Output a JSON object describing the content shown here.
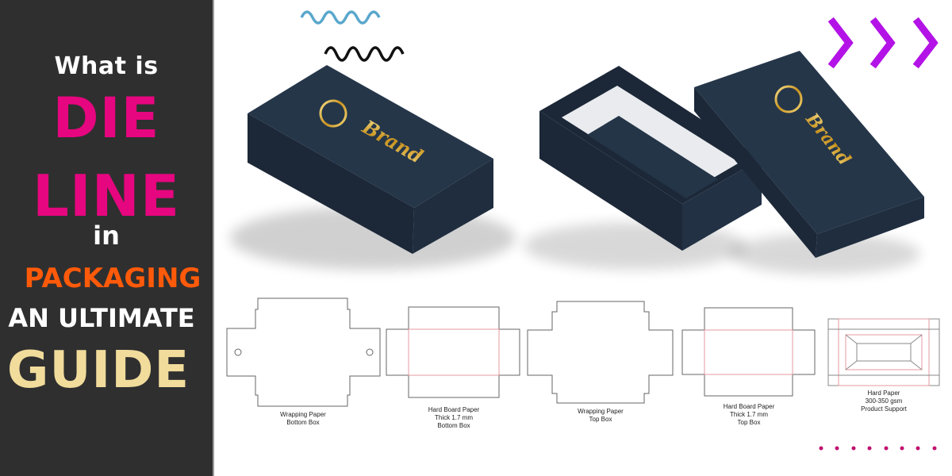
{
  "sidebar": {
    "line1": "What is",
    "line2": "DIE",
    "line3": "LINE",
    "line4": "in",
    "line5": "PACKAGING",
    "line6": "AN ULTIMATE",
    "line7": "GUIDE",
    "colors": {
      "background": "#2f2f2f",
      "white": "#ffffff",
      "magenta": "#e6067f",
      "orange": "#ff5a0a",
      "gold": "#f1dc9c"
    }
  },
  "boxes": {
    "brand_text": "Brand",
    "box_color": "#1f2c3d",
    "logo_color": "#d4a82a"
  },
  "decorations": {
    "waves": [
      "blue-wave-icon",
      "black-wave-icon"
    ],
    "chevrons": [
      "chevron-right-icon",
      "chevron-right-icon",
      "chevron-right-icon"
    ],
    "chevron_color": "#b313e6",
    "dots_count": 8,
    "dot_color": "#c2106e"
  },
  "dielines": [
    {
      "label": "Wrapping Paper\nBottom Box"
    },
    {
      "label": "Hard Board Paper\nThick 1.7 mm\nBottom Box"
    },
    {
      "label": "Wrapping Paper\nTop Box"
    },
    {
      "label": "Hard Board Paper\nThick 1.7 mm\nTop Box"
    },
    {
      "label": "Hard Paper\n300-350 gsm\nProduct Support"
    }
  ]
}
